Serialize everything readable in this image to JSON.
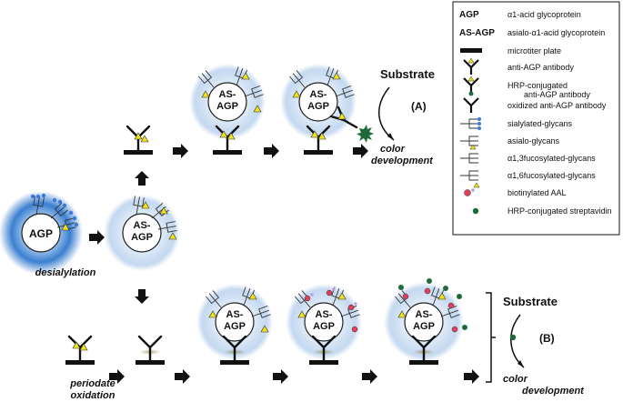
{
  "legend": {
    "items": [
      {
        "symbol": "AGP",
        "text": "α1-acid glycoprotein",
        "icon": "agp-text"
      },
      {
        "symbol": "AS-AGP",
        "text": "asialo-α1-acid glycoprotein",
        "icon": "as-agp-text"
      },
      {
        "symbol": "",
        "text": "microtiter plate",
        "icon": "microtiter-plate-icon"
      },
      {
        "symbol": "",
        "text": "anti-AGP antibody",
        "icon": "antibody-icon"
      },
      {
        "symbol": "",
        "text": "HRP-conjugated",
        "text2": "anti-AGP antibody",
        "icon": "hrp-antibody-icon"
      },
      {
        "symbol": "",
        "text": "oxidized anti-AGP antibody",
        "icon": "oxidized-antibody-icon"
      },
      {
        "symbol": "",
        "text": "sialylated-glycans",
        "icon": "sialylated-glycan-icon"
      },
      {
        "symbol": "",
        "text": "asialo-glycans",
        "icon": "asialo-glycan-icon"
      },
      {
        "symbol": "",
        "text": "α1,3fucosylated-glycans",
        "icon": "a13-fucosylated-glycan-icon"
      },
      {
        "symbol": "",
        "text": "α1,6fucosylated-glycans",
        "icon": "a16-fucosylated-glycan-icon"
      },
      {
        "symbol": "",
        "text": "biotinylated AAL",
        "icon": "biotinylated-aal-icon"
      },
      {
        "symbol": "",
        "text": "HRP-conjugated streptavidin",
        "icon": "hrp-streptavidin-icon"
      }
    ]
  },
  "labels": {
    "agp": "AGP",
    "as_agp_line1": "AS-",
    "as_agp_line2": "AGP",
    "desialylation": "desialylation",
    "periodate_line1": "periodate",
    "periodate_line2": "oxidation",
    "substrate": "Substrate",
    "route_a": "(A)",
    "route_b": "(B)",
    "color_line1": "color",
    "color_line2": "development"
  },
  "colors": {
    "blue_glow": "#3a7fd0",
    "fucose_yellow": "#f2e21a",
    "sialic_blue": "#3b7ad8",
    "aal_red": "#e0405a",
    "hrp_green": "#1e6a3a"
  }
}
